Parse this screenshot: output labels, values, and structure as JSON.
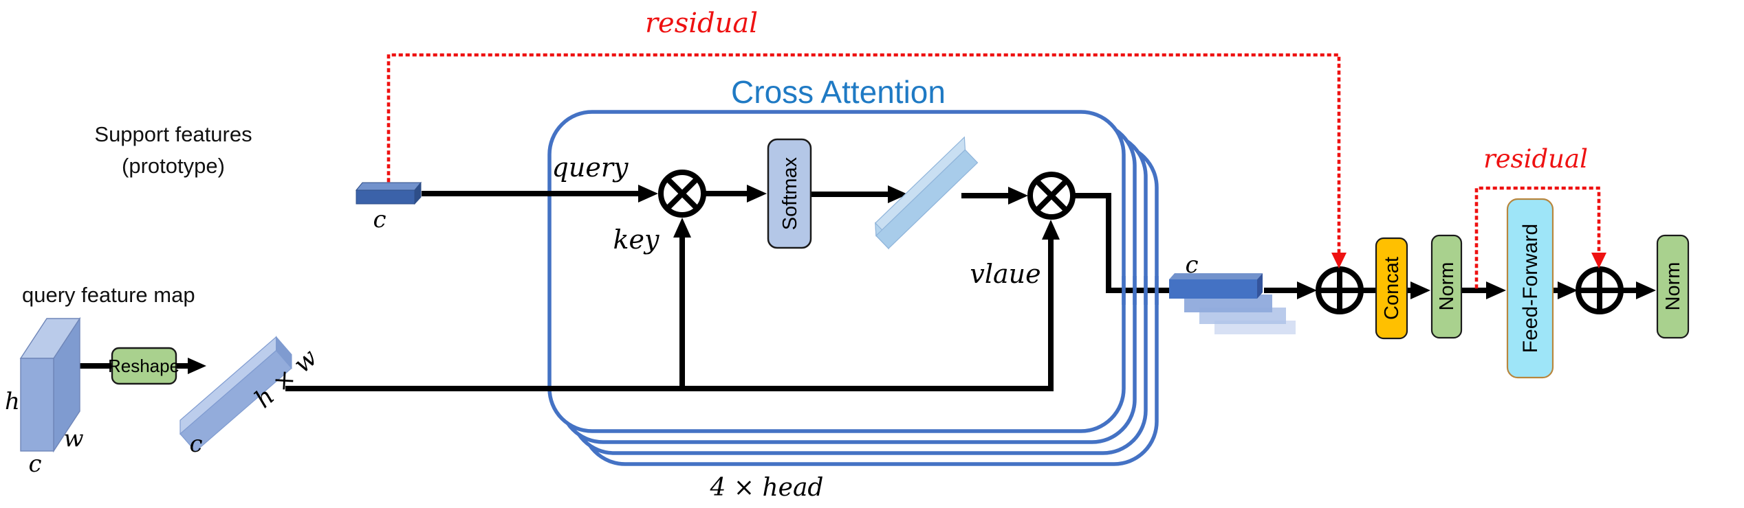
{
  "labels": {
    "support_line1": "Support features",
    "support_line2": "(prototype)",
    "support_c": "c",
    "residual_top": "residual",
    "residual_ff": "residual",
    "cross_attention_title": "Cross Attention",
    "query": "query",
    "key": "key",
    "value": "vlaue",
    "softmax": "Softmax",
    "heads": "4 × head",
    "query_feature_map": "query feature map",
    "qfm_h": "h",
    "qfm_w": "w",
    "qfm_c": "c",
    "reshape": "Reshape",
    "reshaped_c": "c",
    "reshaped_hw": "h × w",
    "attn_out_c": "c",
    "concat": "Concat",
    "norm1": "Norm",
    "feed_forward": "Feed-Forward",
    "norm2": "Norm"
  },
  "colors": {
    "attention_box_stroke": "#4472C4",
    "title_blue": "#1F7AC4",
    "residual_red": "#EE1111",
    "softmax_fill": "#B4C7E7",
    "concat_fill": "#FFC000",
    "norm_fill": "#A9D18E",
    "feed_forward_fill": "#9EE5F8",
    "reshape_fill": "#A9D18E",
    "dark_bar_front": "#3B62A9",
    "light_cube_front": "#92ABDB",
    "value_bar_front": "#A8CCEA",
    "output_bar_front": "#4472C4",
    "line_black": "#000000"
  }
}
